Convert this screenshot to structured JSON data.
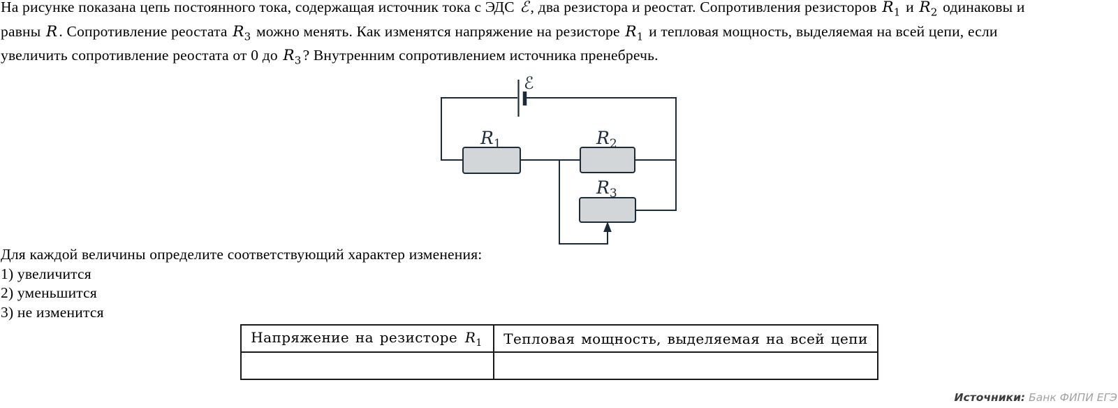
{
  "problem": {
    "lines": [
      [
        {
          "t": "На рисунке показана цепь постоянного тока, содержащая источник тока с ЭДС "
        },
        {
          "m": "ℰ"
        },
        {
          "t": ", два резистора и реостат. Сопротивления резисторов "
        },
        {
          "m": "R",
          "s": "1"
        },
        {
          "t": " и "
        },
        {
          "m": "R",
          "s": "2"
        },
        {
          "t": " одинаковы и"
        }
      ],
      [
        {
          "t": "равны "
        },
        {
          "m": "R"
        },
        {
          "t": ". Сопротивление реостата "
        },
        {
          "m": "R",
          "s": "3"
        },
        {
          "t": " можно менять. Как изменятся напряжение на резисторе "
        },
        {
          "m": "R",
          "s": "1"
        },
        {
          "t": " и тепловая мощность, выделяемая на всей цепи, если"
        }
      ],
      [
        {
          "t": "увеличить сопротивление реостата от 0 до "
        },
        {
          "m": "R",
          "s": "3"
        },
        {
          "t": "? Внутренним сопротивлением источника пренебречь."
        }
      ]
    ]
  },
  "figure": {
    "emf_label": "ℰ",
    "resistors": [
      {
        "name": "R",
        "sub": "1"
      },
      {
        "name": "R",
        "sub": "2"
      },
      {
        "name": "R",
        "sub": "3"
      }
    ],
    "wire_color": "#1c2b39",
    "box_fill": "#d2d6d8"
  },
  "task": {
    "prompt": "Для каждой величины определите соответствующий характер изменения:",
    "options": [
      "1) увеличится",
      "2) уменьшится",
      "3) не изменится"
    ]
  },
  "table": {
    "headers": [
      [
        {
          "t": "Напряжение на резисторе "
        },
        {
          "m": "R",
          "s": "1"
        }
      ],
      [
        {
          "t": "Тепловая мощность, выделяемая на всей цепи"
        }
      ]
    ],
    "cells": [
      "",
      ""
    ]
  },
  "footer": {
    "label": "Источники:",
    "source": " Банк ФИПИ ЕГЭ"
  }
}
